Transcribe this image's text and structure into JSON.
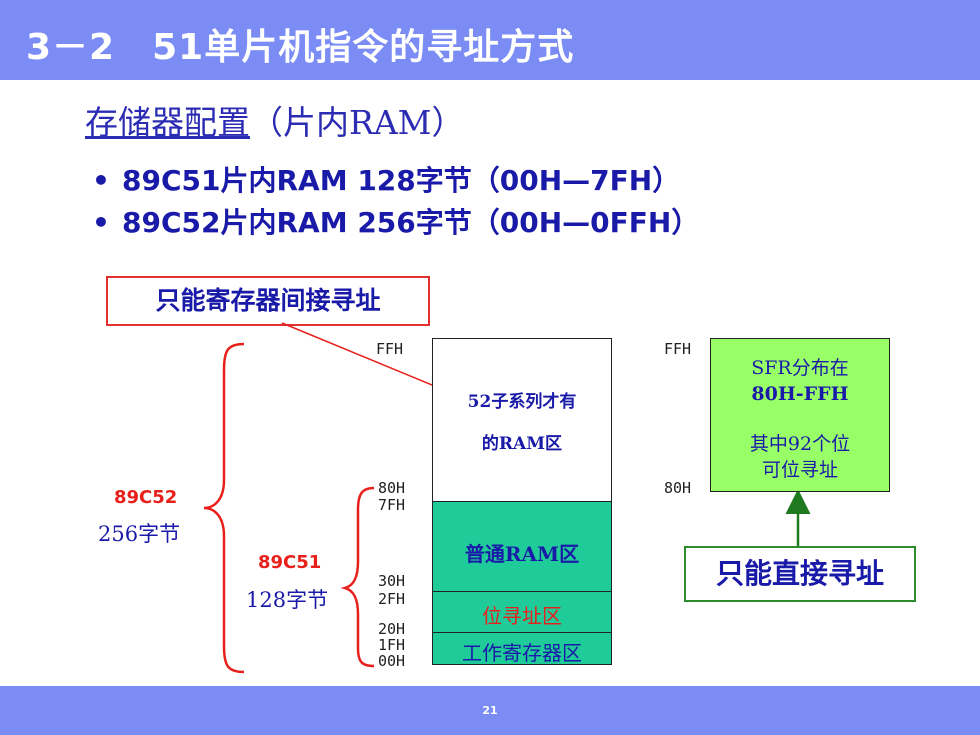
{
  "header": {
    "title": "3－2　51单片机指令的寻址方式"
  },
  "subtitle": {
    "main": "存储器配置",
    "paren": "（片内RAM）"
  },
  "bullets": [
    {
      "dot": "•",
      "text": "89C51片内RAM 128字节（00H—7FH）"
    },
    {
      "dot": "•",
      "text": "89C52片内RAM 256字节（00H—0FFH）"
    }
  ],
  "notes": {
    "indirect_only": "只能寄存器间接寻址",
    "direct_only": "只能直接寻址"
  },
  "ram_map": {
    "addresses": {
      "ffh": "FFH",
      "h80": "80H",
      "h7f": "7FH",
      "h30": "30H",
      "h2f": "2FH",
      "h20": "20H",
      "h1f": "1FH",
      "h00": "00H"
    },
    "upper_line1": "52子系列才有",
    "upper_line2": "的RAM区",
    "general": "普通RAM区",
    "bit": "位寻址区",
    "work": "工作寄存器区"
  },
  "sfr_map": {
    "ffh": "FFH",
    "h80": "80H",
    "line1": "SFR分布在",
    "line2": "80H-FFH",
    "line3": "其中92个位",
    "line4": "可位寻址"
  },
  "chips": {
    "c52_name": "89C52",
    "c52_size": "256字节",
    "c51_name": "89C51",
    "c51_size": "128字节"
  },
  "colors": {
    "header": "#7b8cf5",
    "green_fill": "#1fcc99",
    "sfr_fill": "#99ff66",
    "red": "#e8201c",
    "blue_text": "#1a1aa8"
  },
  "footer": {
    "page_number": "21"
  }
}
